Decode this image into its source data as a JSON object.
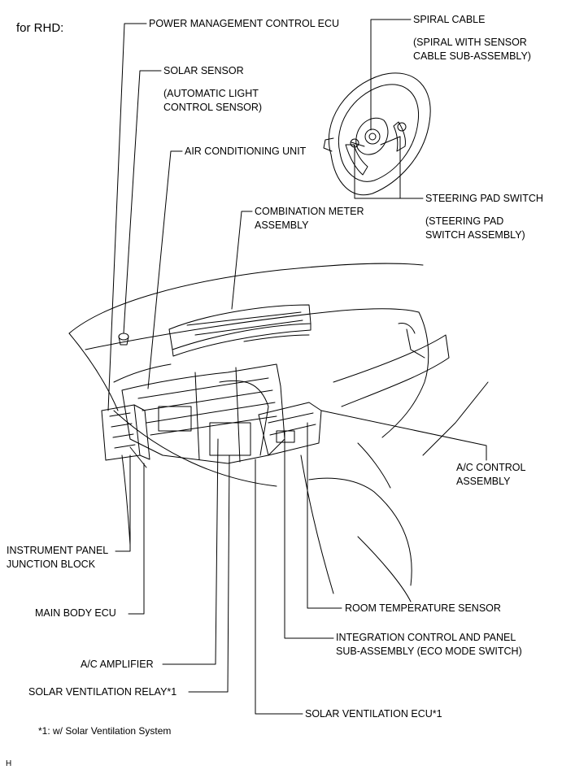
{
  "header": {
    "title": "for RHD:"
  },
  "labels": {
    "power_mgmt_ecu": "POWER MANAGEMENT CONTROL ECU",
    "solar_sensor": "SOLAR SENSOR",
    "solar_sensor_sub_1": "(AUTOMATIC LIGHT",
    "solar_sensor_sub_2": "CONTROL SENSOR)",
    "air_conditioning_unit": "AIR CONDITIONING UNIT",
    "spiral_cable": "SPIRAL CABLE",
    "spiral_cable_sub_1": "(SPIRAL WITH SENSOR",
    "spiral_cable_sub_2": "CABLE SUB-ASSEMBLY)",
    "steering_pad_switch": "STEERING PAD SWITCH",
    "steering_pad_sub_1": "(STEERING PAD",
    "steering_pad_sub_2": "SWITCH ASSEMBLY)",
    "combination_meter_1": "COMBINATION METER",
    "combination_meter_2": "ASSEMBLY",
    "ac_control_1": "A/C CONTROL",
    "ac_control_2": "ASSEMBLY",
    "instrument_panel_jb_1": "INSTRUMENT PANEL",
    "instrument_panel_jb_2": "JUNCTION BLOCK",
    "main_body_ecu": "MAIN BODY ECU",
    "room_temp_sensor": "ROOM TEMPERATURE SENSOR",
    "integration_control_1": "INTEGRATION CONTROL AND PANEL",
    "integration_control_2": "SUB-ASSEMBLY (ECO MODE SWITCH)",
    "ac_amplifier": "A/C AMPLIFIER",
    "solar_ventilation_relay": "SOLAR VENTILATION RELAY*1",
    "solar_ventilation_ecu": "SOLAR VENTILATION ECU*1"
  },
  "footnote": "*1: w/ Solar Ventilation System",
  "figure_code": "H"
}
